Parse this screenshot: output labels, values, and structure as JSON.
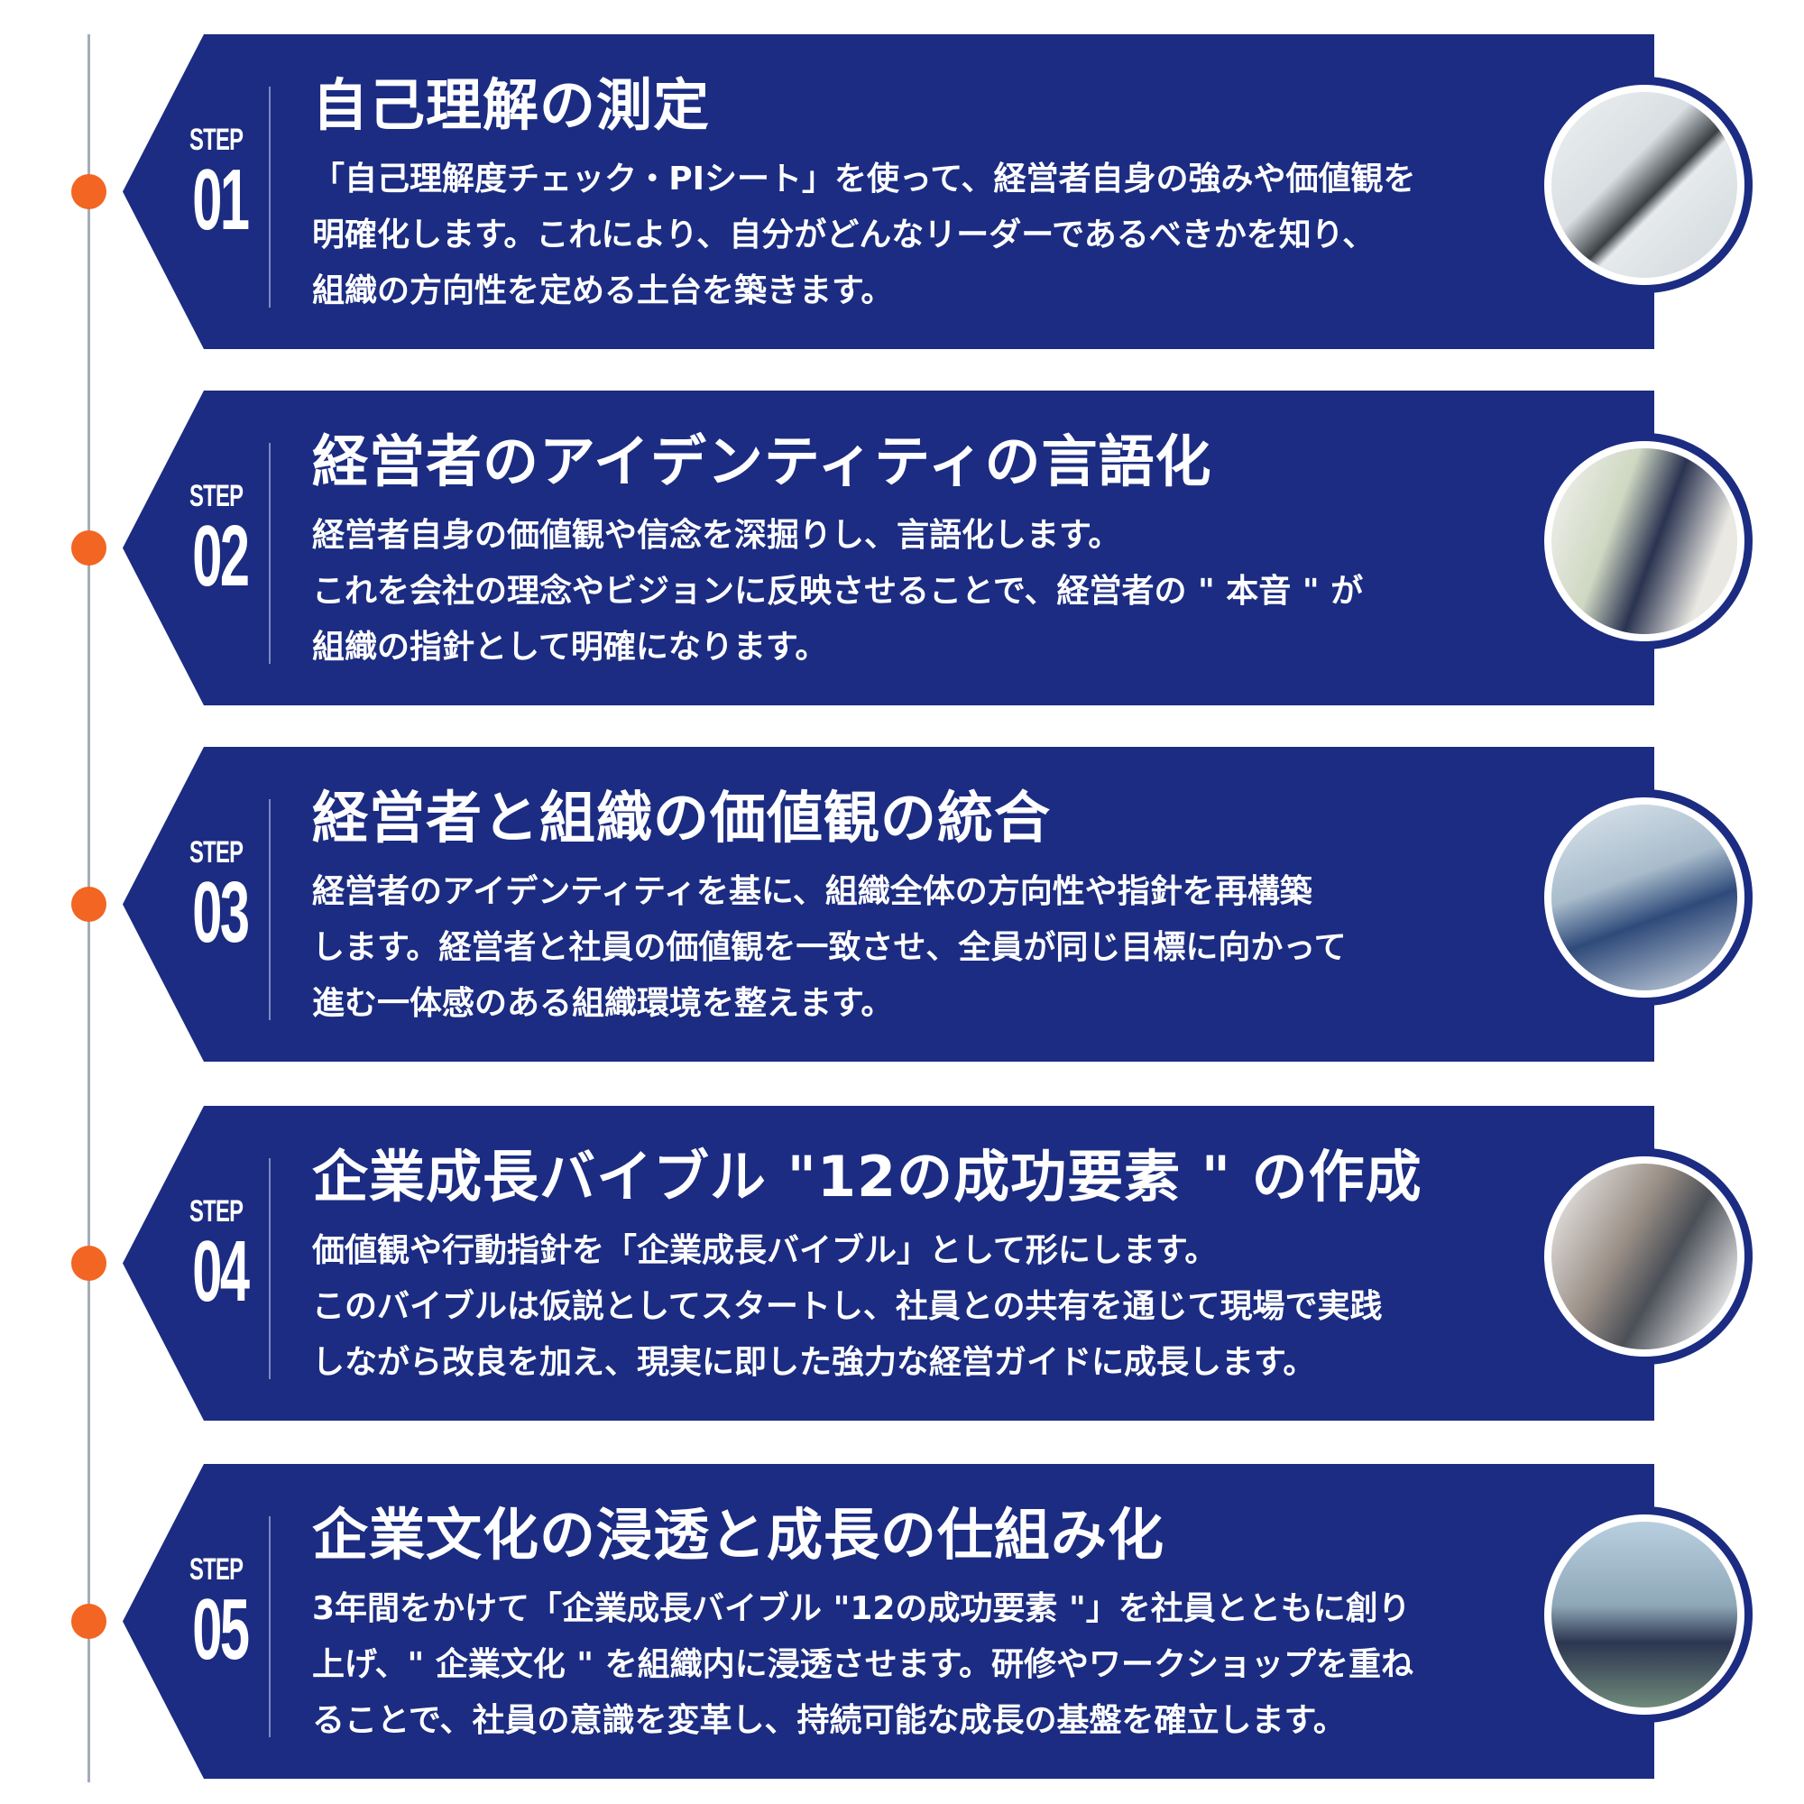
{
  "steps": [
    {
      "step_word": "STEP",
      "number": "01",
      "title": "自己理解の測定",
      "body": [
        "「自己理解度チェック・PIシート」を使って、経営者自身の強みや価値観を",
        "明確化します。これにより、自分がどんなリーダーであるべきかを知り、",
        "組織の方向性を定める土台を築きます。"
      ],
      "photo_icon": "tablet-photo"
    },
    {
      "step_word": "STEP",
      "number": "02",
      "title": "経営者のアイデンティティの言語化",
      "body": [
        "経営者自身の価値観や信念を深掘りし、言語化します。",
        "これを会社の理念やビジョンに反映させることで、経営者の \" 本音 \" が",
        "組織の指針として明確になります。"
      ],
      "photo_icon": "executive-meeting-photo"
    },
    {
      "step_word": "STEP",
      "number": "03",
      "title": "経営者と組織の価値観の統合",
      "body": [
        "経営者のアイデンティティを基に、組織全体の方向性や指針を再構築",
        "します。経営者と社員の価値観を一致させ、全員が同じ目標に向かって",
        "進む一体感のある組織環境を整えます。"
      ],
      "photo_icon": "office-team-photo"
    },
    {
      "step_word": "STEP",
      "number": "04",
      "title": "企業成長バイブル \"12の成功要素 \" の作成",
      "body": [
        "価値観や行動指針を「企業成長バイブル」として形にします。",
        "このバイブルは仮説としてスタートし、社員との共有を通じて現場で実践",
        "しながら改良を加え、現実に即した強力な経営ガイドに成長します。"
      ],
      "photo_icon": "businessman-laptop-photo"
    },
    {
      "step_word": "STEP",
      "number": "05",
      "title": "企業文化の浸透と成長の仕組み化",
      "body": [
        " 3年間をかけて「企業成長バイブル \"12の成功要素 \"」を社員とともに創り",
        "上げ、\" 企業文化 \" を組織内に浸透させます。研修やワークショップを重ね",
        "ることで、社員の意識を変革し、持続可能な成長の基盤を確立します。"
      ],
      "photo_icon": "business-group-photo"
    }
  ],
  "colors": {
    "navy": "#1b2c82",
    "orange": "#f26522",
    "line": "#a3adb8"
  }
}
